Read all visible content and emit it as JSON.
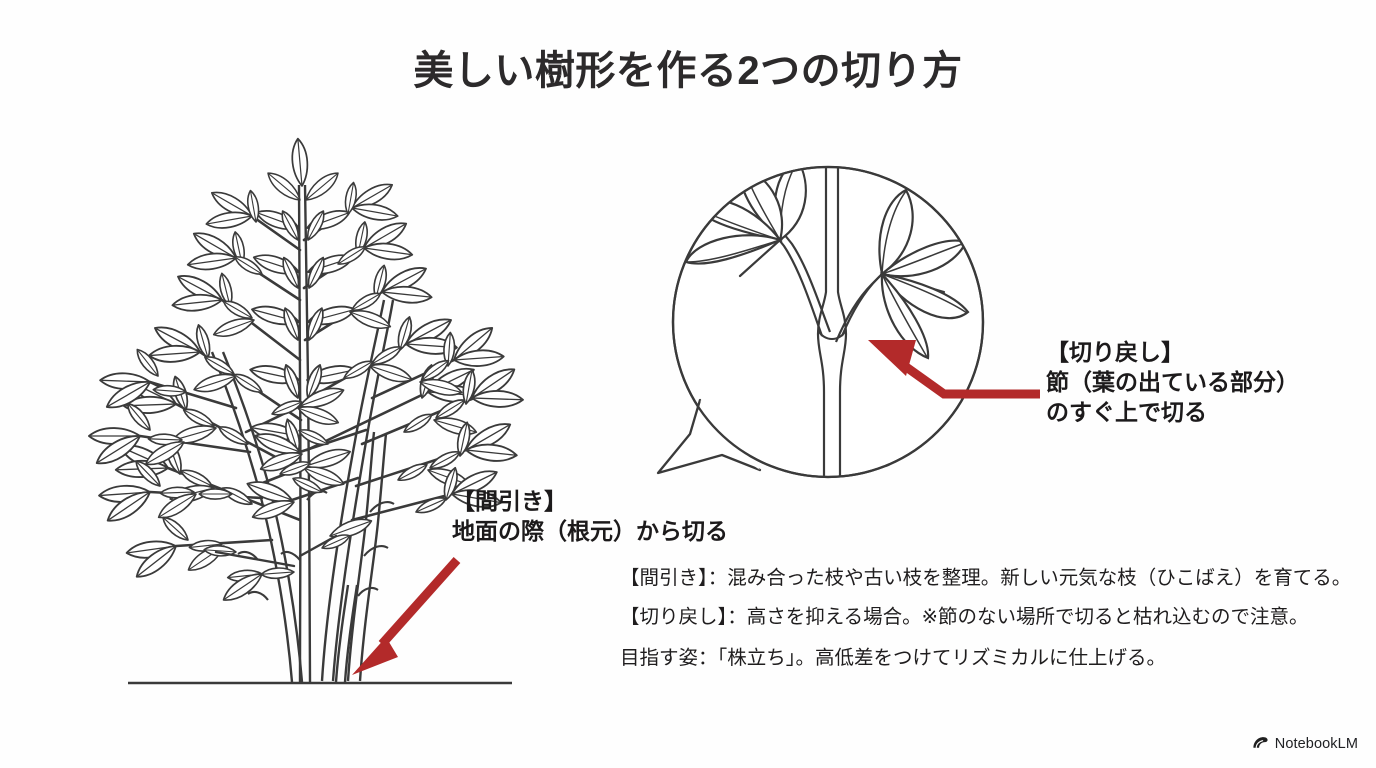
{
  "page": {
    "title": "美しい樹形を作る2つの切り方",
    "background_color": "#fefefe",
    "ink_color": "#3a3a3a",
    "accent_red": "#b32a2a"
  },
  "callouts": [
    {
      "id": "mabiki",
      "label": "【間引き】\n地面の際（根元）から切る",
      "arrow_color": "#b32a2a"
    },
    {
      "id": "kirimodoshi",
      "label": "【切り戻し】\n節（葉の出ている部分）\nのすぐ上で切る",
      "arrow_color": "#b32a2a"
    }
  ],
  "notes": [
    "【間引き】：混み合った枝や古い枝を整理。新しい元気な枝（ひこばえ）を育てる。",
    "【切り戻し】：高さを抑える場合。※節のない場所で切ると枯れ込むので注意。",
    "目指す姿：「株立ち」。高低差をつけてリズミカルに仕上げる。"
  ],
  "illustrations": {
    "shrub": {
      "name": "multi-stem-shrub-line-drawing",
      "ground_line": "ground-line"
    },
    "detail_bubble": {
      "name": "magnified-node-speech-bubble",
      "contents": "branch-node-with-leaves"
    }
  },
  "footer": {
    "logo_icon": "notebooklm-icon",
    "logo_text": "NotebookLM"
  }
}
